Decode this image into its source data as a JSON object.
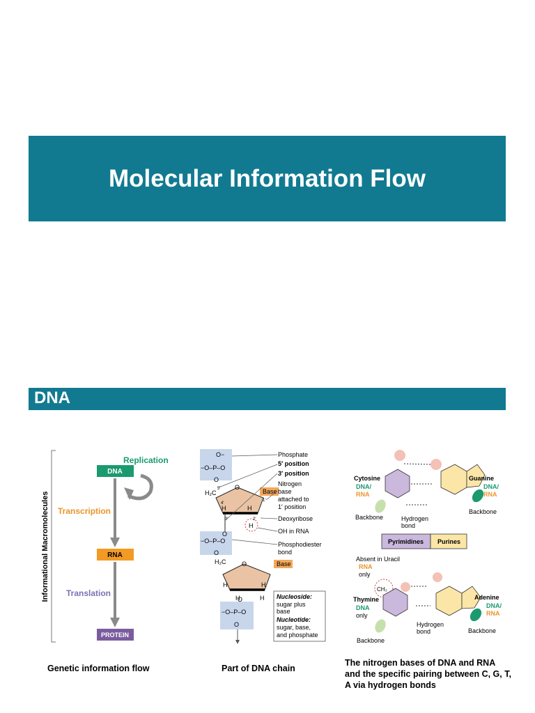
{
  "slide": {
    "title": "Molecular Information Flow",
    "section": "DNA",
    "accent": "#117a91"
  },
  "flow": {
    "axis_label": "Informational Macromolecules",
    "dna": "DNA",
    "rna": "RNA",
    "protein": "PROTEIN",
    "replication": "Replication",
    "transcription": "Transcription",
    "translation": "Translation",
    "caption": "Genetic information flow"
  },
  "chain": {
    "o_minus": "O−",
    "o_p_o": "−O–P–O",
    "o": "O",
    "h2c": "H₂C",
    "base": "Base",
    "h": "H",
    "phosphate": "Phosphate",
    "five_prime_position": "5′ position",
    "three_prime_position": "3′ position",
    "nitrogen_base": [
      "Nitrogen",
      "base",
      "attached to",
      "1′ position"
    ],
    "deoxyribose": "Deoxyribose",
    "oh_in_rna": "OH in RNA",
    "phosphodiester": [
      "Phosphodiester",
      "bond"
    ],
    "five_prime": "5′",
    "four_prime": "4′",
    "three_prime": "3′",
    "two_prime": "2′",
    "one_prime": "1′",
    "box": {
      "nucleoside_title": "Nucleoside:",
      "nucleoside_desc": [
        "sugar plus",
        "base"
      ],
      "nucleotide_title": "Nucleotide:",
      "nucleotide_desc": [
        "sugar, base,",
        "and phosphate"
      ]
    },
    "caption": "Part of DNA chain"
  },
  "bases": {
    "cytosine": "Cytosine",
    "guanine": "Guanine",
    "thymine": "Thymine",
    "adenine": "Adenine",
    "dna_slash": "DNA/",
    "rna": "RNA",
    "dna": "DNA",
    "only": "only",
    "backbone": "Backbone",
    "hydrogen": "Hydrogen",
    "bond": "bond",
    "pyrimidines": "Pyrimidines",
    "purines": "Purines",
    "absent_in_uracil": "Absent in Uracil",
    "ch3": "CH₃",
    "caption": "The nitrogen bases of DNA and RNA and the specific pairing between C, G, T, A via hydrogen bonds",
    "colors": {
      "dna": "#1a9a6e",
      "rna": "#e8962a",
      "pyrimidine": "#cbb8dd",
      "purine": "#fbe6a8",
      "sugar": "#e9c3a3",
      "phosphate_box": "#c8d6ec",
      "dna_box": "#1a9a6e",
      "rna_box": "#f29a24",
      "protein_box": "#7a5c9e"
    }
  }
}
